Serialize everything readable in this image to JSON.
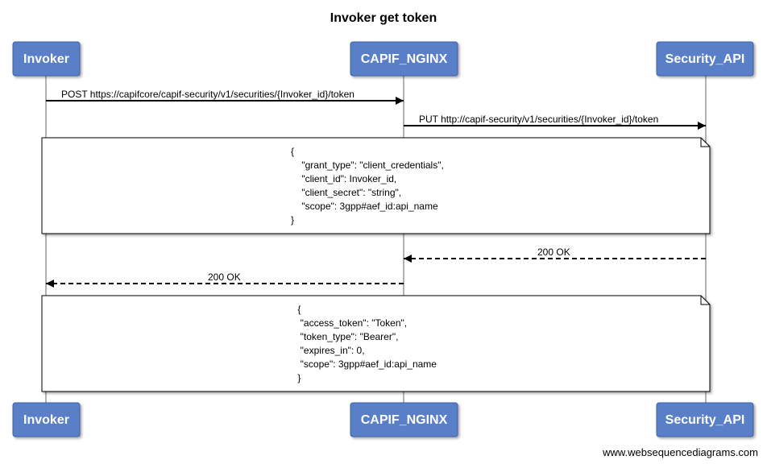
{
  "title": "Invoker get token",
  "actors": {
    "invoker": "Invoker",
    "nginx": "CAPIF_NGINX",
    "security": "Security_API"
  },
  "messages": {
    "m1": "POST https://capifcore/capif-security/v1/securities/{Invoker_id}/token",
    "m2": "PUT http://capif-security/v1/securities/{Invoker_id}/token",
    "m3": "200 OK",
    "m4": "200 OK"
  },
  "notes": {
    "request": [
      "{",
      "    \"grant_type\": \"client_credentials\",",
      "    \"client_id\": Invoker_id,",
      "    \"client_secret\": \"string\",",
      "    \"scope\": 3gpp#aef_id:api_name",
      "}"
    ],
    "response": [
      " {",
      "  \"access_token\": \"Token\",",
      "  \"token_type\": \"Bearer\",",
      "  \"expires_in\": 0,",
      "  \"scope\": 3gpp#aef_id:api_name",
      " }"
    ]
  },
  "colors": {
    "actor_fill": "#5a7fc9",
    "actor_stroke": "#3e62a8",
    "lifeline": "#999999",
    "arrow": "#000000"
  },
  "watermark": "www.websequencediagrams.com"
}
